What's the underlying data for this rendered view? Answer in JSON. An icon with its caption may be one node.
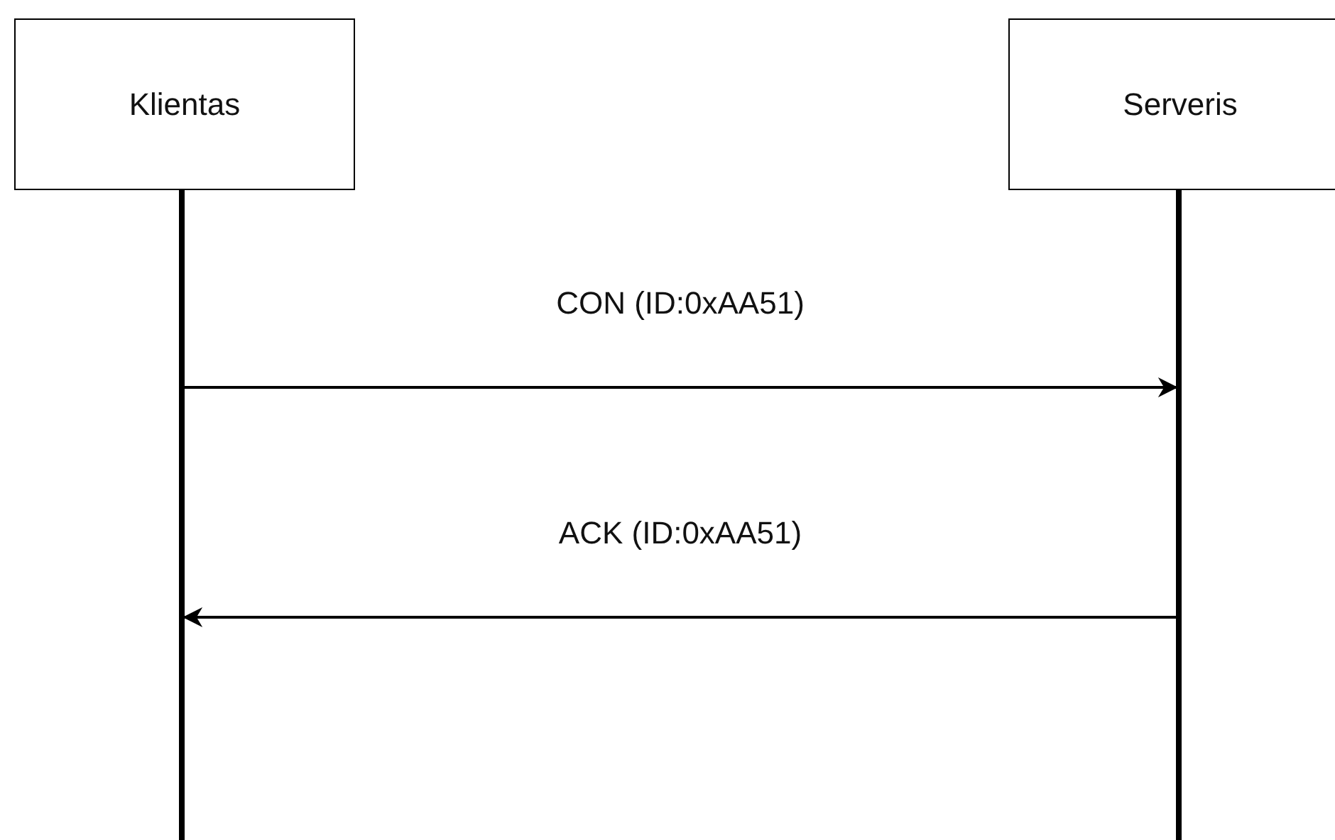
{
  "diagram": {
    "nodes": [
      {
        "text": [
          "Klientas"
        ]
      },
      {
        "text": [
          "Serveris"
        ]
      },
      {
        "text": [],
        "shape": "bar"
      },
      {
        "text": [],
        "shape": "bar"
      }
    ],
    "edges": [
      {
        "from": 2,
        "to": 3,
        "arrow": "to",
        "label": "CON (ID:0xAA51)"
      },
      {
        "from": 3,
        "to": 2,
        "arrow": "to",
        "label": "ACK (ID:0xAA51)"
      }
    ]
  }
}
